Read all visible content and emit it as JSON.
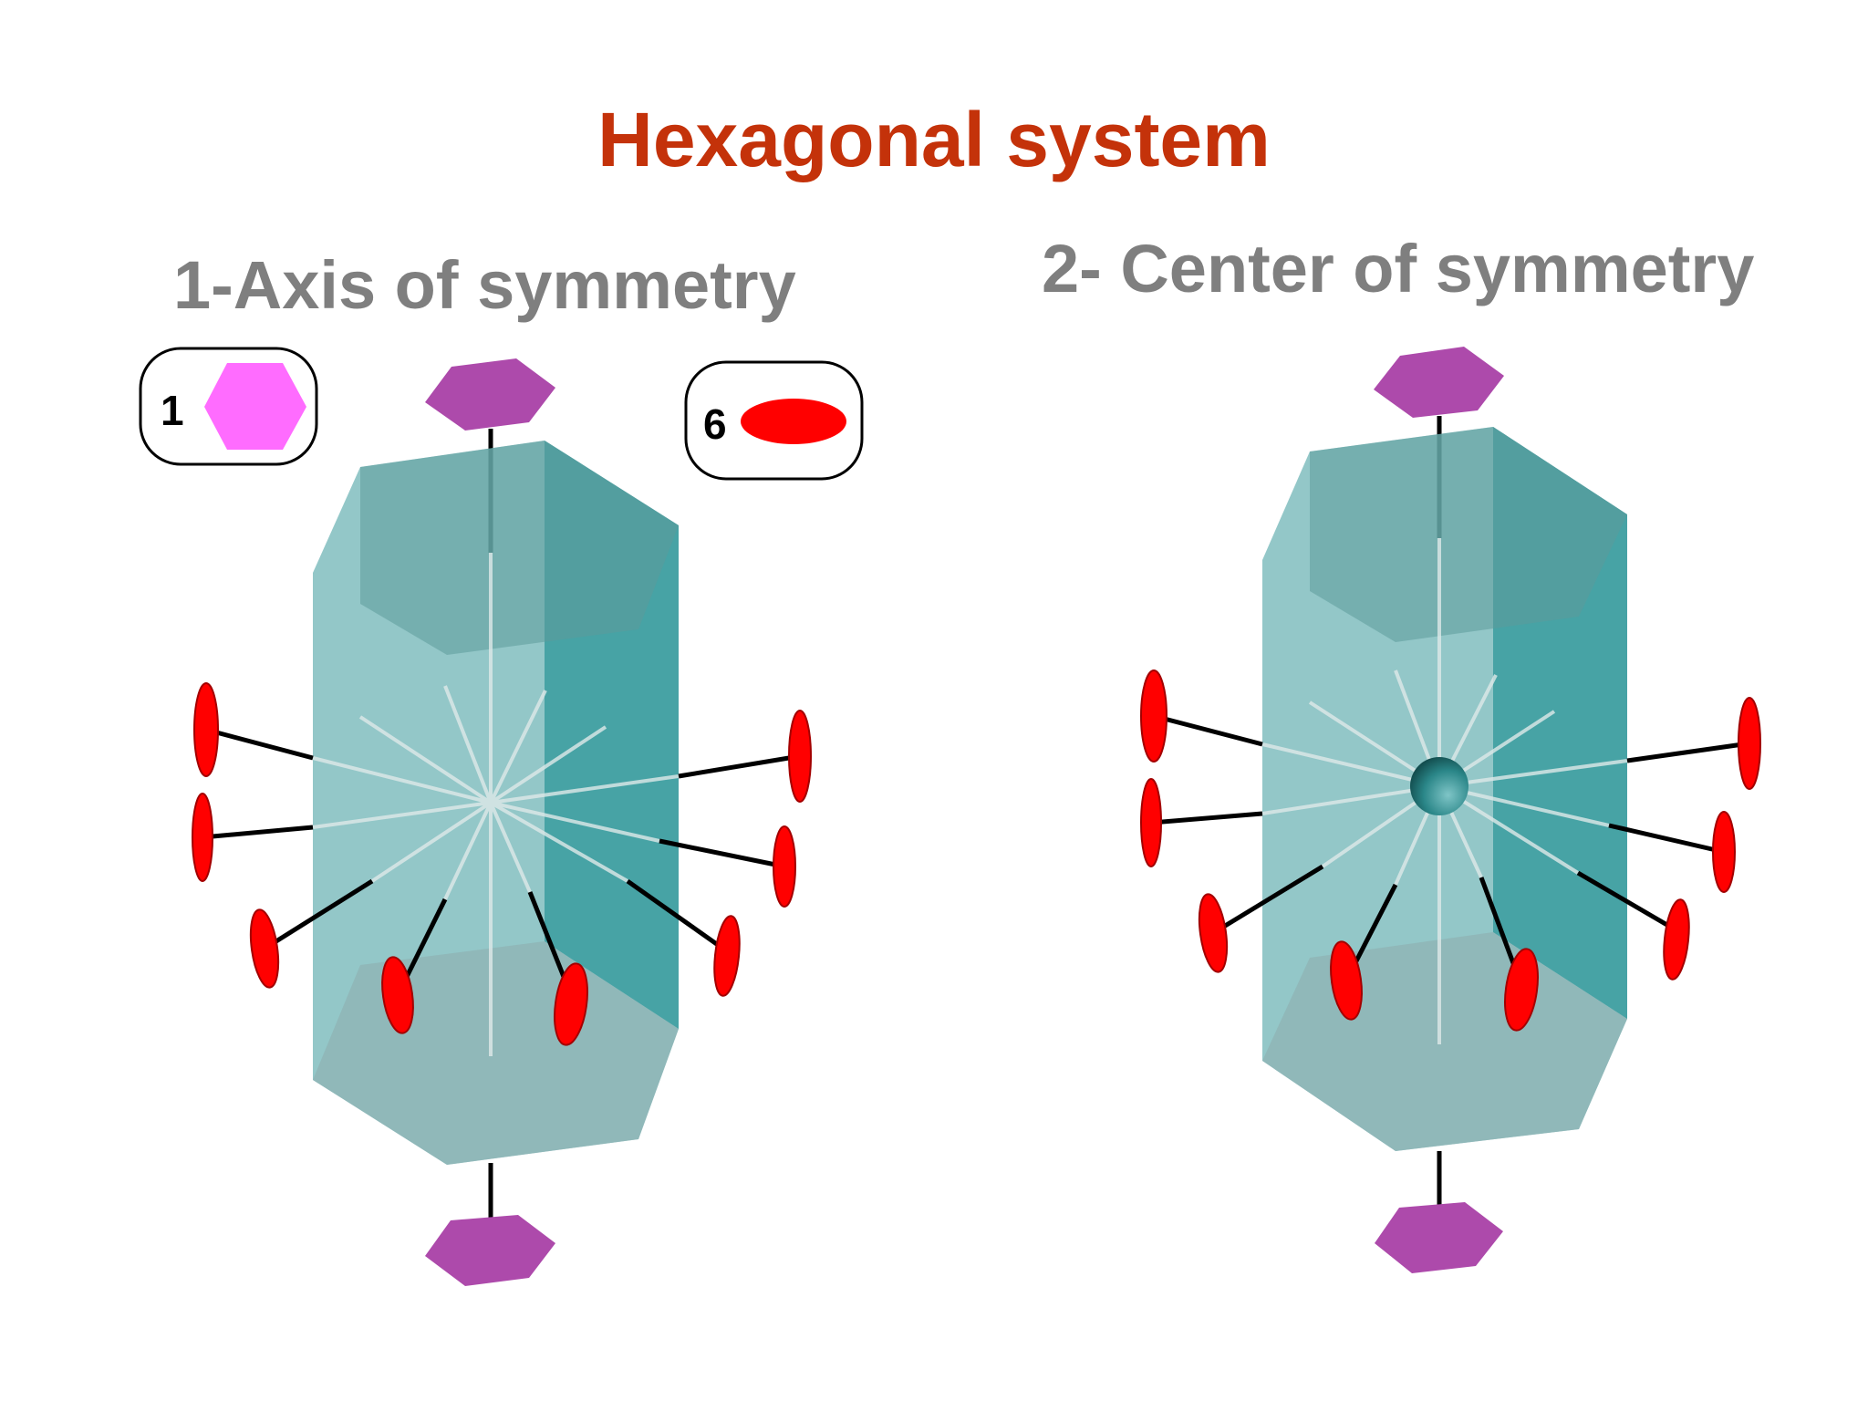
{
  "title": "Hexagonal system",
  "subtitles": {
    "axis": "1-Axis of symmetry",
    "center": "2- Center of symmetry"
  },
  "legend": [
    {
      "count": "1",
      "symbol": "hexagon-icon"
    },
    {
      "count": "6",
      "symbol": "ellipse-icon"
    }
  ],
  "colors": {
    "title": "#c4320a",
    "subtitle": "#7f7f7f",
    "hexagon_marker": "#ad4aab",
    "legend_hexagon": "#ff6cff",
    "ellipse_marker": "#ff0000",
    "crystal_face": "#6fb4b6",
    "crystal_dark_face": "#3a9c9f"
  }
}
